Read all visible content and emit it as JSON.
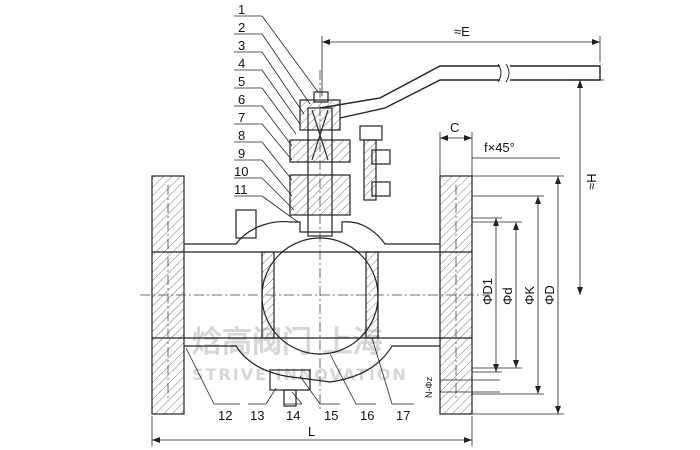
{
  "callouts": [
    "1",
    "2",
    "3",
    "4",
    "5",
    "6",
    "7",
    "8",
    "9",
    "10",
    "11",
    "12",
    "13",
    "14",
    "15",
    "16",
    "17"
  ],
  "dims": {
    "E": "≈E",
    "H": "≈H",
    "C": "C",
    "chamfer": "f×45°",
    "D1": "ΦD1",
    "d": "Φd",
    "K": "ΦK",
    "D": "ΦD",
    "L": "L",
    "NZ": "N-Φz"
  },
  "watermark": {
    "cn": "焓高阀门 上海",
    "en": "STRIVE INNOVATION"
  },
  "colors": {
    "line": "#222222",
    "hatch": "#555555",
    "centerline": "#444444"
  }
}
